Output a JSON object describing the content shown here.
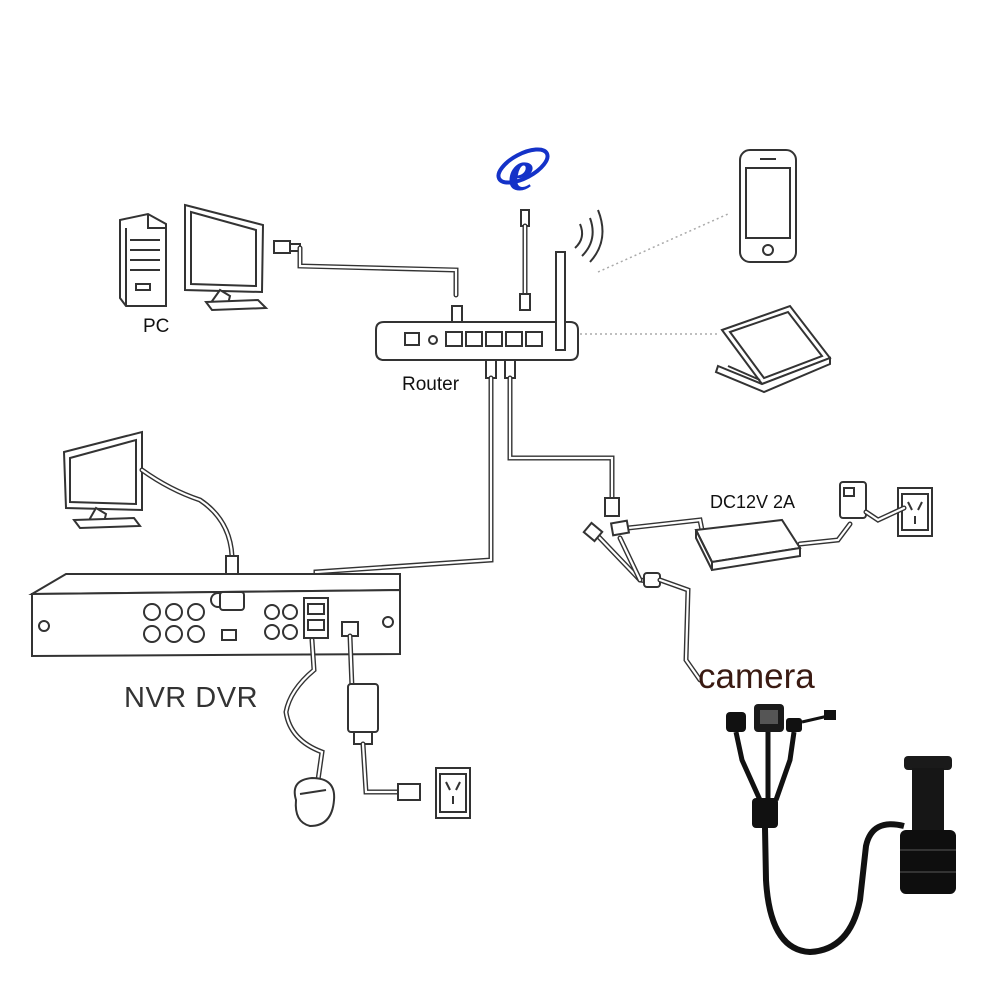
{
  "labels": {
    "pc": "PC",
    "router": "Router",
    "nvr_dvr": "NVR DVR",
    "power_supply": "DC12V 2A",
    "camera": "camera"
  },
  "icons": {
    "internet": "internet-explorer-icon",
    "phone": "smartphone-icon",
    "laptop": "laptop-icon",
    "wifi": "wifi-signal-icon"
  },
  "colors": {
    "internet_icon": "#1432c8",
    "lines": "#333333",
    "camera_label": "#3a1a12",
    "camera_body": "#111111"
  }
}
